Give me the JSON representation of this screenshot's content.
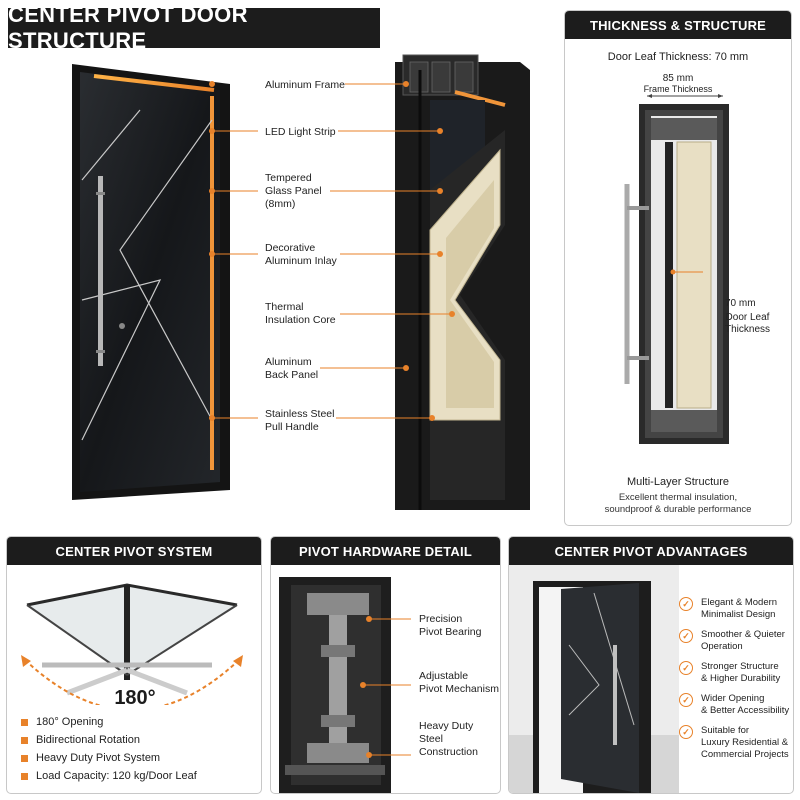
{
  "title": "CENTER PIVOT DOOR STRUCTURE",
  "callouts": [
    {
      "text": "Aluminum Frame"
    },
    {
      "text": "LED Light Strip"
    },
    {
      "text": "Tempered\nGlass Panel\n(8mm)"
    },
    {
      "text": "Decorative\nAluminum Inlay"
    },
    {
      "text": "Thermal\nInsulation Core"
    },
    {
      "text": "Aluminum\nBack Panel"
    },
    {
      "text": "Stainless Steel\nPull Handle"
    }
  ],
  "thickness": {
    "heading": "THICKNESS & STRUCTURE",
    "leaf": "Door Leaf Thickness: 70 mm",
    "frame_mm": "85 mm",
    "frame_label": "Frame Thickness",
    "side_mm": "70 mm",
    "side_label": "Door Leaf\nThickness",
    "multi_title": "Multi-Layer Structure",
    "multi_desc": "Excellent thermal insulation,\nsoundproof & durable performance"
  },
  "pivot_system": {
    "heading": "CENTER PIVOT SYSTEM",
    "angle": "180°",
    "bullets": [
      "180° Opening",
      "Bidirectional Rotation",
      "Heavy Duty Pivot System",
      "Load Capacity: 120 kg/Door Leaf"
    ]
  },
  "hardware": {
    "heading": "PIVOT HARDWARE DETAIL",
    "labels": [
      "Precision\nPivot Bearing",
      "Adjustable\nPivot Mechanism",
      "Heavy Duty Steel\nConstruction"
    ]
  },
  "advantages": {
    "heading": "CENTER PIVOT ADVANTAGES",
    "items": [
      "Elegant & Modern\nMinimalist Design",
      "Smoother & Quieter\nOperation",
      "Stronger Structure\n& Higher Durability",
      "Wider Opening\n& Better Accessibility",
      "Suitable for\nLuxury Residential &\nCommercial Projects"
    ]
  },
  "colors": {
    "accent": "#e8822a",
    "dark": "#1c1c1c",
    "insulation": "#e8dfc4"
  }
}
